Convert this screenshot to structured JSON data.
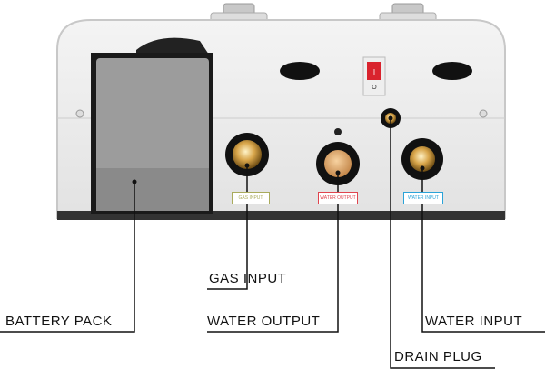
{
  "device": {
    "port_tags": [
      {
        "text": "GAS INPUT",
        "color": "#a9ab5c"
      },
      {
        "text": "WATER OUTPUT",
        "color": "#e0444e"
      },
      {
        "text": "WATER INPUT",
        "color": "#2aa3d8"
      }
    ],
    "switch_marks": [
      "I",
      "O"
    ]
  },
  "callouts": {
    "battery_pack": "BATTERY PACK",
    "gas_input": "GAS INPUT",
    "water_output": "WATER OUTPUT",
    "water_input": "WATER INPUT",
    "drain_plug": "DRAIN PLUG"
  }
}
